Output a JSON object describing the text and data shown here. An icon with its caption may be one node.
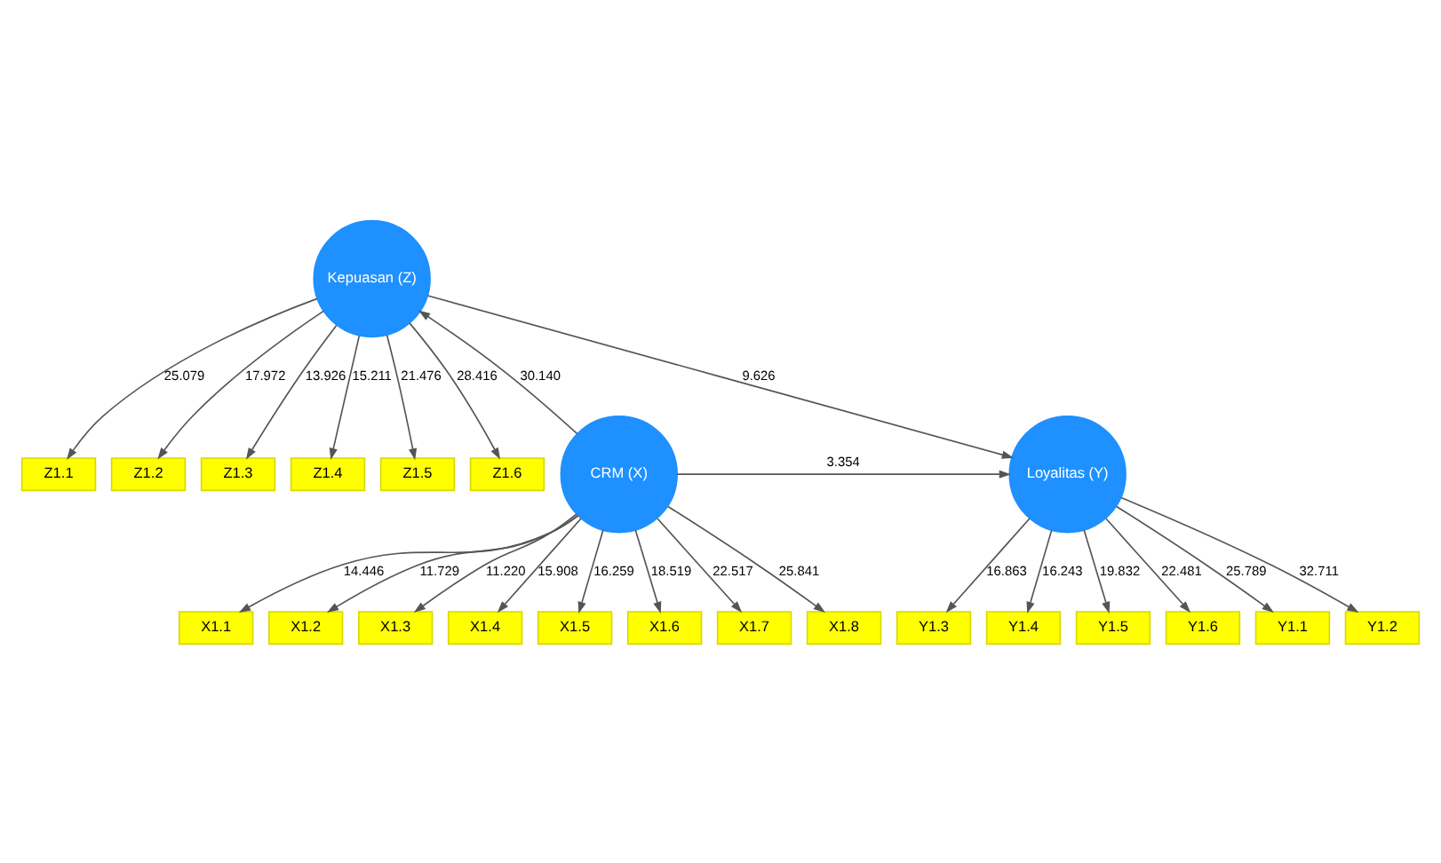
{
  "diagram": {
    "nodes": [
      {
        "text": [
          "Z1.1"
        ]
      },
      {
        "text": [
          "Z1.2"
        ]
      },
      {
        "text": [
          "Z1.3"
        ]
      },
      {
        "text": [
          "Z1.4"
        ]
      },
      {
        "text": [
          "Z1.5"
        ]
      },
      {
        "text": [
          "Z1.6"
        ]
      },
      {
        "text": [
          "Kepuasan (Z)"
        ]
      },
      {
        "text": [
          "X1.1"
        ]
      },
      {
        "text": [
          "X1.2"
        ]
      },
      {
        "text": [
          "X1.3"
        ]
      },
      {
        "text": [
          "X1.4"
        ]
      },
      {
        "text": [
          "X1.5"
        ]
      },
      {
        "text": [
          "X1.6"
        ]
      },
      {
        "text": [
          "X1.7"
        ]
      },
      {
        "text": [
          "X1.8"
        ]
      },
      {
        "text": [
          "CRM (X)"
        ]
      },
      {
        "text": [
          "Y1.1"
        ]
      },
      {
        "text": [
          "Y1.2"
        ]
      },
      {
        "text": [
          "Y1.3"
        ]
      },
      {
        "text": [
          "Y1.4"
        ]
      },
      {
        "text": [
          "Y1.5"
        ]
      },
      {
        "text": [
          "Y1.6"
        ]
      },
      {
        "text": [
          "Loyalitas (Y)"
        ]
      }
    ],
    "edges": [
      {
        "from": 6,
        "to": 0,
        "arrow": "to",
        "label": "25.079"
      },
      {
        "from": 6,
        "to": 1,
        "arrow": "to",
        "label": "17.972"
      },
      {
        "from": 6,
        "to": 2,
        "arrow": "to",
        "label": "13.926"
      },
      {
        "from": 6,
        "to": 3,
        "arrow": "to",
        "label": "15.211"
      },
      {
        "from": 6,
        "to": 4,
        "arrow": "to",
        "label": "21.476"
      },
      {
        "from": 6,
        "to": 5,
        "arrow": "to",
        "label": "28.416"
      },
      {
        "from": 15,
        "to": 7,
        "arrow": "to",
        "label": "14.446"
      },
      {
        "from": 15,
        "to": 8,
        "arrow": "to",
        "label": "11.729"
      },
      {
        "from": 15,
        "to": 9,
        "arrow": "to",
        "label": "11.220"
      },
      {
        "from": 15,
        "to": 10,
        "arrow": "to",
        "label": "15.908"
      },
      {
        "from": 15,
        "to": 11,
        "arrow": "to",
        "label": "16.259"
      },
      {
        "from": 15,
        "to": 12,
        "arrow": "to",
        "label": "18.519"
      },
      {
        "from": 15,
        "to": 13,
        "arrow": "to",
        "label": "22.517"
      },
      {
        "from": 15,
        "to": 14,
        "arrow": "to",
        "label": "25.841"
      },
      {
        "from": 15,
        "to": 6,
        "arrow": "to",
        "label": "30.140"
      },
      {
        "from": 6,
        "to": 22,
        "arrow": "to",
        "label": "9.626"
      },
      {
        "from": 15,
        "to": 22,
        "arrow": "to",
        "label": "3.354"
      },
      {
        "from": 22,
        "to": 16,
        "arrow": "to",
        "label": "25.789"
      },
      {
        "from": 22,
        "to": 17,
        "arrow": "to",
        "label": "32.711"
      },
      {
        "from": 22,
        "to": 18,
        "arrow": "to",
        "label": "16.863"
      },
      {
        "from": 22,
        "to": 19,
        "arrow": "to",
        "label": "16.243"
      },
      {
        "from": 22,
        "to": 20,
        "arrow": "to",
        "label": "19.832"
      },
      {
        "from": 22,
        "to": 21,
        "arrow": "to",
        "label": "22.481"
      }
    ]
  }
}
